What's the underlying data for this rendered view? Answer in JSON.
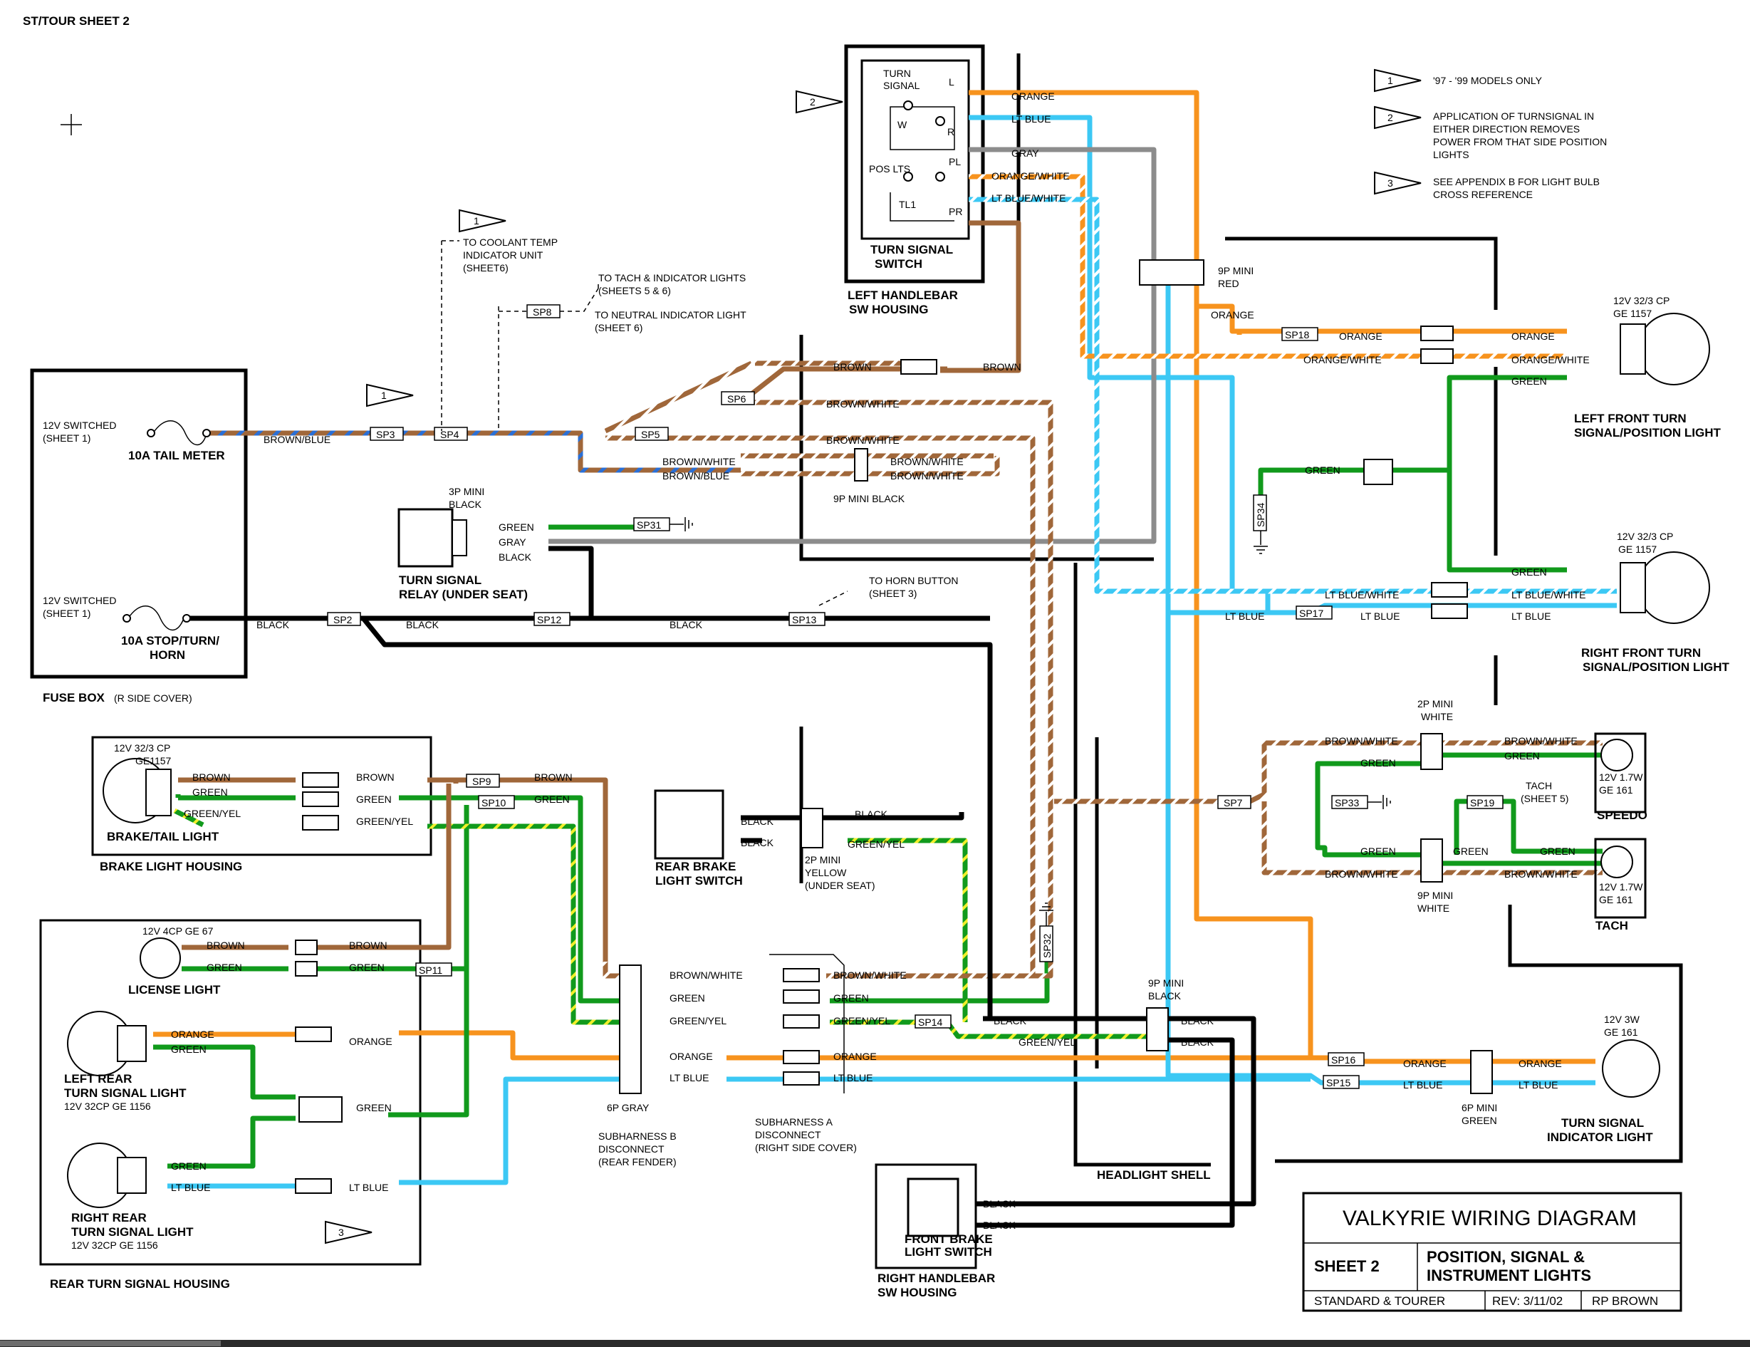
{
  "sheet_header": "ST/TOUR SHEET 2",
  "title_block": {
    "title": "VALKYRIE WIRING DIAGRAM",
    "sheet": "SHEET 2",
    "subtitle_line1": "POSITION, SIGNAL &",
    "subtitle_line2": "INSTRUMENT LIGHTS",
    "models": "STANDARD & TOURER",
    "rev": "REV: 3/11/02",
    "author": "RP BROWN"
  },
  "notes": [
    {
      "num": "1",
      "text": [
        "'97 - '99 MODELS ONLY"
      ]
    },
    {
      "num": "2",
      "text": [
        "APPLICATION OF TURNSIGNAL IN",
        "EITHER DIRECTION REMOVES",
        "POWER FROM THAT SIDE POSITION",
        "LIGHTS"
      ]
    },
    {
      "num": "3",
      "text": [
        "SEE APPENDIX B FOR LIGHT BULB",
        "CROSS REFERENCE"
      ]
    }
  ],
  "flags": {
    "one": "1",
    "two": "2",
    "three": "3"
  },
  "fuse_box": {
    "label": "FUSE BOX",
    "label_note": "(R SIDE COVER)",
    "f1_src1": "12V SWITCHED",
    "f1_src2": "(SHEET 1)",
    "f1_name": "10A  TAIL METER",
    "f2_src1": "12V SWITCHED",
    "f2_src2": "(SHEET 1)",
    "f2_name1": "10A  STOP/TURN/",
    "f2_name2": "HORN"
  },
  "turn_switch": {
    "title1": "TURN SIGNAL",
    "title2": "SWITCH",
    "housing1": "LEFT HANDLEBAR",
    "housing2": "SW HOUSING",
    "t1": "TURN",
    "t2": "SIGNAL",
    "L": "L",
    "R": "R",
    "W": "W",
    "pos": "POS LTS",
    "PL": "PL",
    "TL1": "TL1",
    "PR": "PR"
  },
  "relay": {
    "title1": "TURN SIGNAL",
    "title2": "RELAY (UNDER SEAT)",
    "conn1": "3P MINI",
    "conn2": "BLACK"
  },
  "connectors": {
    "c9p_red_1": "9P MINI",
    "c9p_red_2": "RED",
    "c9p_black": "9P MINI BLACK",
    "c2p_white_1": "2P MINI",
    "c2p_white_2": "WHITE",
    "c9p_white_1": "9P MINI",
    "c9p_white_2": "WHITE",
    "c2p_yellow_1": "2P MINI",
    "c2p_yellow_2": "YELLOW",
    "c2p_yellow_3": "(UNDER SEAT)",
    "c6p_gray": "6P GRAY",
    "c9p_black2_1": "9P MINI",
    "c9p_black2_2": "BLACK",
    "c6p_green_1": "6P MINI",
    "c6p_green_2": "GREEN",
    "subB_1": "SUBHARNESS B",
    "subB_2": "DISCONNECT",
    "subB_3": "(REAR FENDER)",
    "subA_1": "SUBHARNESS A",
    "subA_2": "DISCONNECT",
    "subA_3": "(RIGHT SIDE COVER)"
  },
  "refs": {
    "coolant1": "TO COOLANT TEMP",
    "coolant2": "INDICATOR UNIT",
    "coolant3": "(SHEET6)",
    "tach1": "TO TACH & INDICATOR LIGHTS",
    "tach2": "(SHEETS 5 & 6)",
    "neutral1": "TO NEUTRAL INDICATOR LIGHT",
    "neutral2": "(SHEET 6)",
    "horn1": "TO HORN BUTTON",
    "horn2": "(SHEET 3)",
    "tachref1": "TACH",
    "tachref2": "(SHEET 5)"
  },
  "splices": [
    "SP3",
    "SP4",
    "SP5",
    "SP6",
    "SP8",
    "SP2",
    "SP12",
    "SP13",
    "SP31",
    "SP18",
    "SP34",
    "SP17",
    "SP7",
    "SP33",
    "SP19",
    "SP32",
    "SP14",
    "SP9",
    "SP10",
    "SP11",
    "SP16",
    "SP15"
  ],
  "wire_colors": {
    "orange": "#f7931e",
    "ltblue": "#3cc8f4",
    "brown": "#a0673a",
    "green": "#119a1c",
    "gray": "#8c8c8c",
    "black": "#000000",
    "blue_stripe": "#2a6fd6",
    "yellow_stripe": "#f2ef2a"
  },
  "lights": {
    "lf_spec1": "12V 32/3 CP",
    "lf_spec2": "GE 1157",
    "lf_name1": "LEFT FRONT TURN",
    "lf_name2": "SIGNAL/POSITION LIGHT",
    "rf_spec1": "12V 32/3 CP",
    "rf_spec2": "GE 1157",
    "rf_name1": "RIGHT FRONT TURN",
    "rf_name2": "SIGNAL/POSITION LIGHT",
    "speedo_spec1": "12V 1.7W",
    "speedo_spec2": "GE 161",
    "speedo": "SPEEDO",
    "tach_spec1": "12V 1.7W",
    "tach_spec2": "GE 161",
    "tach": "TACH",
    "ti_spec1": "12V 3W",
    "ti_spec2": "GE 161",
    "ti_name1": "TURN SIGNAL",
    "ti_name2": "INDICATOR LIGHT",
    "bt_spec1": "12V 32/3 CP",
    "bt_spec2": "GE1157",
    "bt_name": "BRAKE/TAIL LIGHT",
    "bt_housing": "BRAKE LIGHT HOUSING",
    "lic_spec": "12V 4CP   GE 67",
    "lic_name": "LICENSE LIGHT",
    "lr_name1": "LEFT REAR",
    "lr_name2": "TURN SIGNAL LIGHT",
    "lr_spec": "12V 32CP   GE 1156",
    "rr_name1": "RIGHT REAR",
    "rr_name2": "TURN SIGNAL LIGHT",
    "rr_spec": "12V 32CP   GE 1156",
    "rear_housing": "REAR TURN SIGNAL HOUSING"
  },
  "switches": {
    "rear_brake1": "REAR BRAKE",
    "rear_brake2": "LIGHT SWITCH",
    "front_brake1": "FRONT BRAKE",
    "front_brake2": "LIGHT SWITCH",
    "rh_housing1": "RIGHT HANDLEBAR",
    "rh_housing2": "SW HOUSING",
    "headlight_shell": "HEADLIGHT SHELL"
  },
  "wire_labels": {
    "orange": "ORANGE",
    "ltblue": "LT BLUE",
    "gray": "GRAY",
    "orange_white": "ORANGE/WHITE",
    "ltblue_white": "LT BLUE/WHITE",
    "brown": "BROWN",
    "brown_white": "BROWN/WHITE",
    "brown_blue": "BROWN/BLUE",
    "green": "GREEN",
    "green_yel": "GREEN/YEL",
    "black": "BLACK"
  }
}
